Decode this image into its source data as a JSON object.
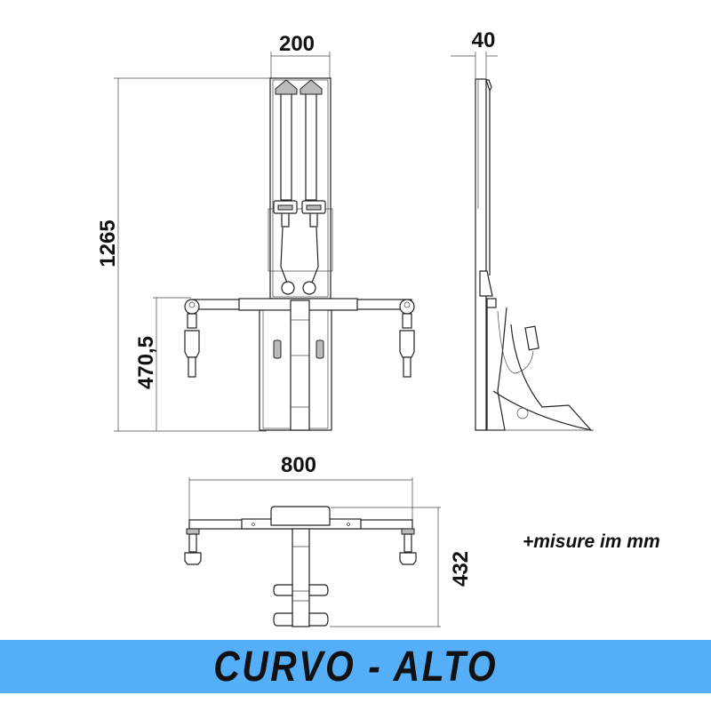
{
  "dimensions": {
    "front_width": "200",
    "total_height": "1265",
    "seat_height": "470,5",
    "side_depth": "40",
    "top_width": "800",
    "top_depth": "432"
  },
  "note": "+misure im mm",
  "banner_title": "CURVO - ALTO",
  "colors": {
    "banner": "#55aef8",
    "line": "#222222"
  }
}
